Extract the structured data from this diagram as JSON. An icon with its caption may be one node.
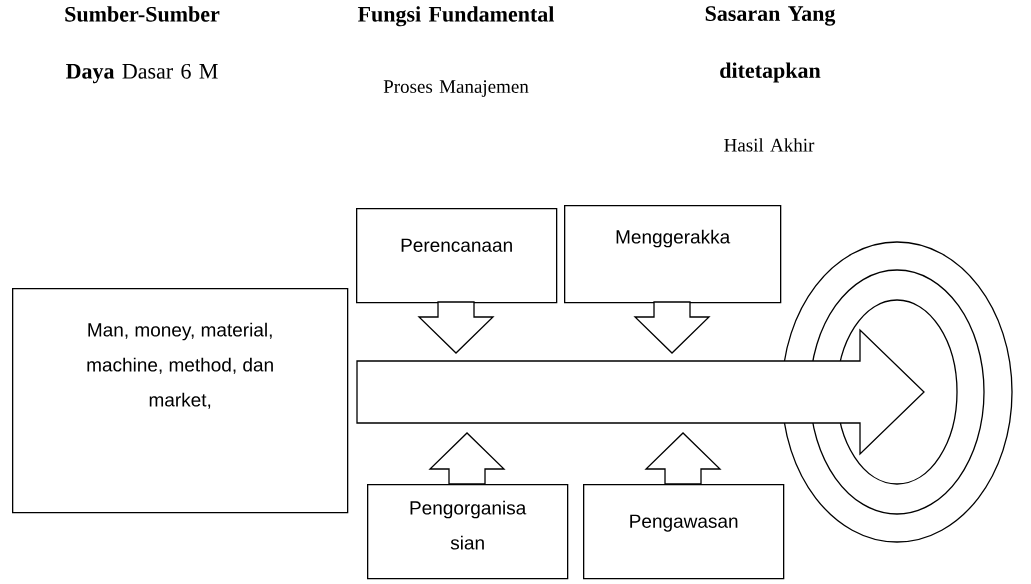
{
  "diagram": {
    "nodes": [
      {
        "text": [
          "Man, money, material, machine, method, dan market,"
        ]
      },
      {
        "text": [
          "Perencanaan"
        ]
      },
      {
        "text": [
          "Menggerakka"
        ]
      },
      {
        "text": [
          "Pengorganisa sian"
        ]
      },
      {
        "text": [
          "Pengawasan"
        ]
      },
      {
        "text": [],
        "shape": "circle"
      }
    ],
    "edges": [
      {
        "from": 0,
        "to": 5,
        "arrow": "to"
      },
      {
        "from": 1,
        "to": null,
        "arrow": "to"
      },
      {
        "from": 2,
        "to": null,
        "arrow": "to"
      },
      {
        "from": 3,
        "to": null,
        "arrow": "to"
      },
      {
        "from": 4,
        "to": null,
        "arrow": "to"
      }
    ],
    "labels": [
      "**Sumber-Sumber Daya** Dasar 6 M",
      "Fungsi Fundamental",
      "Proses Manajemen",
      "Sasaran Yang ditetapkan",
      "Hasil Akhir"
    ]
  }
}
